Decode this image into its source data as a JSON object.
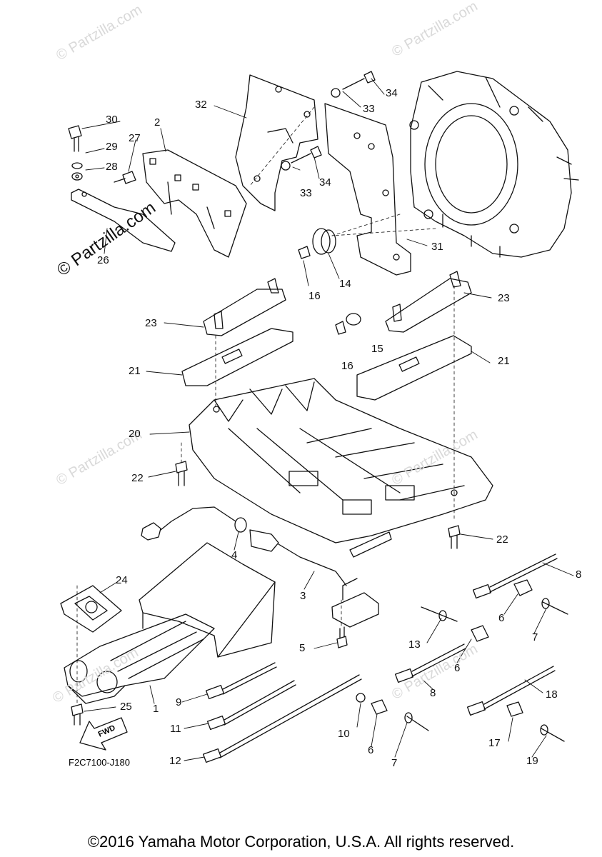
{
  "watermark_text": "© Partzilla.com",
  "callouts": {
    "c1": "1",
    "c2": "2",
    "c3": "3",
    "c4": "4",
    "c5": "5",
    "c6a": "6",
    "c6b": "6",
    "c6c": "6",
    "c7a": "7",
    "c7b": "7",
    "c8a": "8",
    "c8b": "8",
    "c9": "9",
    "c10": "10",
    "c11": "11",
    "c12": "12",
    "c13": "13",
    "c14": "14",
    "c15": "15",
    "c16a": "16",
    "c16b": "16",
    "c17": "17",
    "c18": "18",
    "c19": "19",
    "c20": "20",
    "c21a": "21",
    "c21b": "21",
    "c22a": "22",
    "c22b": "22",
    "c23a": "23",
    "c23b": "23",
    "c24": "24",
    "c25": "25",
    "c26": "26",
    "c27": "27",
    "c28": "28",
    "c29": "29",
    "c30": "30",
    "c31": "31",
    "c32": "32",
    "c33a": "33",
    "c33b": "33",
    "c34a": "34",
    "c34b": "34"
  },
  "fwd_label": "FWD",
  "drawing_code": "F2C7100-J180",
  "copyright": "©2016 Yamaha Motor Corporation, U.S.A. All rights reserved."
}
